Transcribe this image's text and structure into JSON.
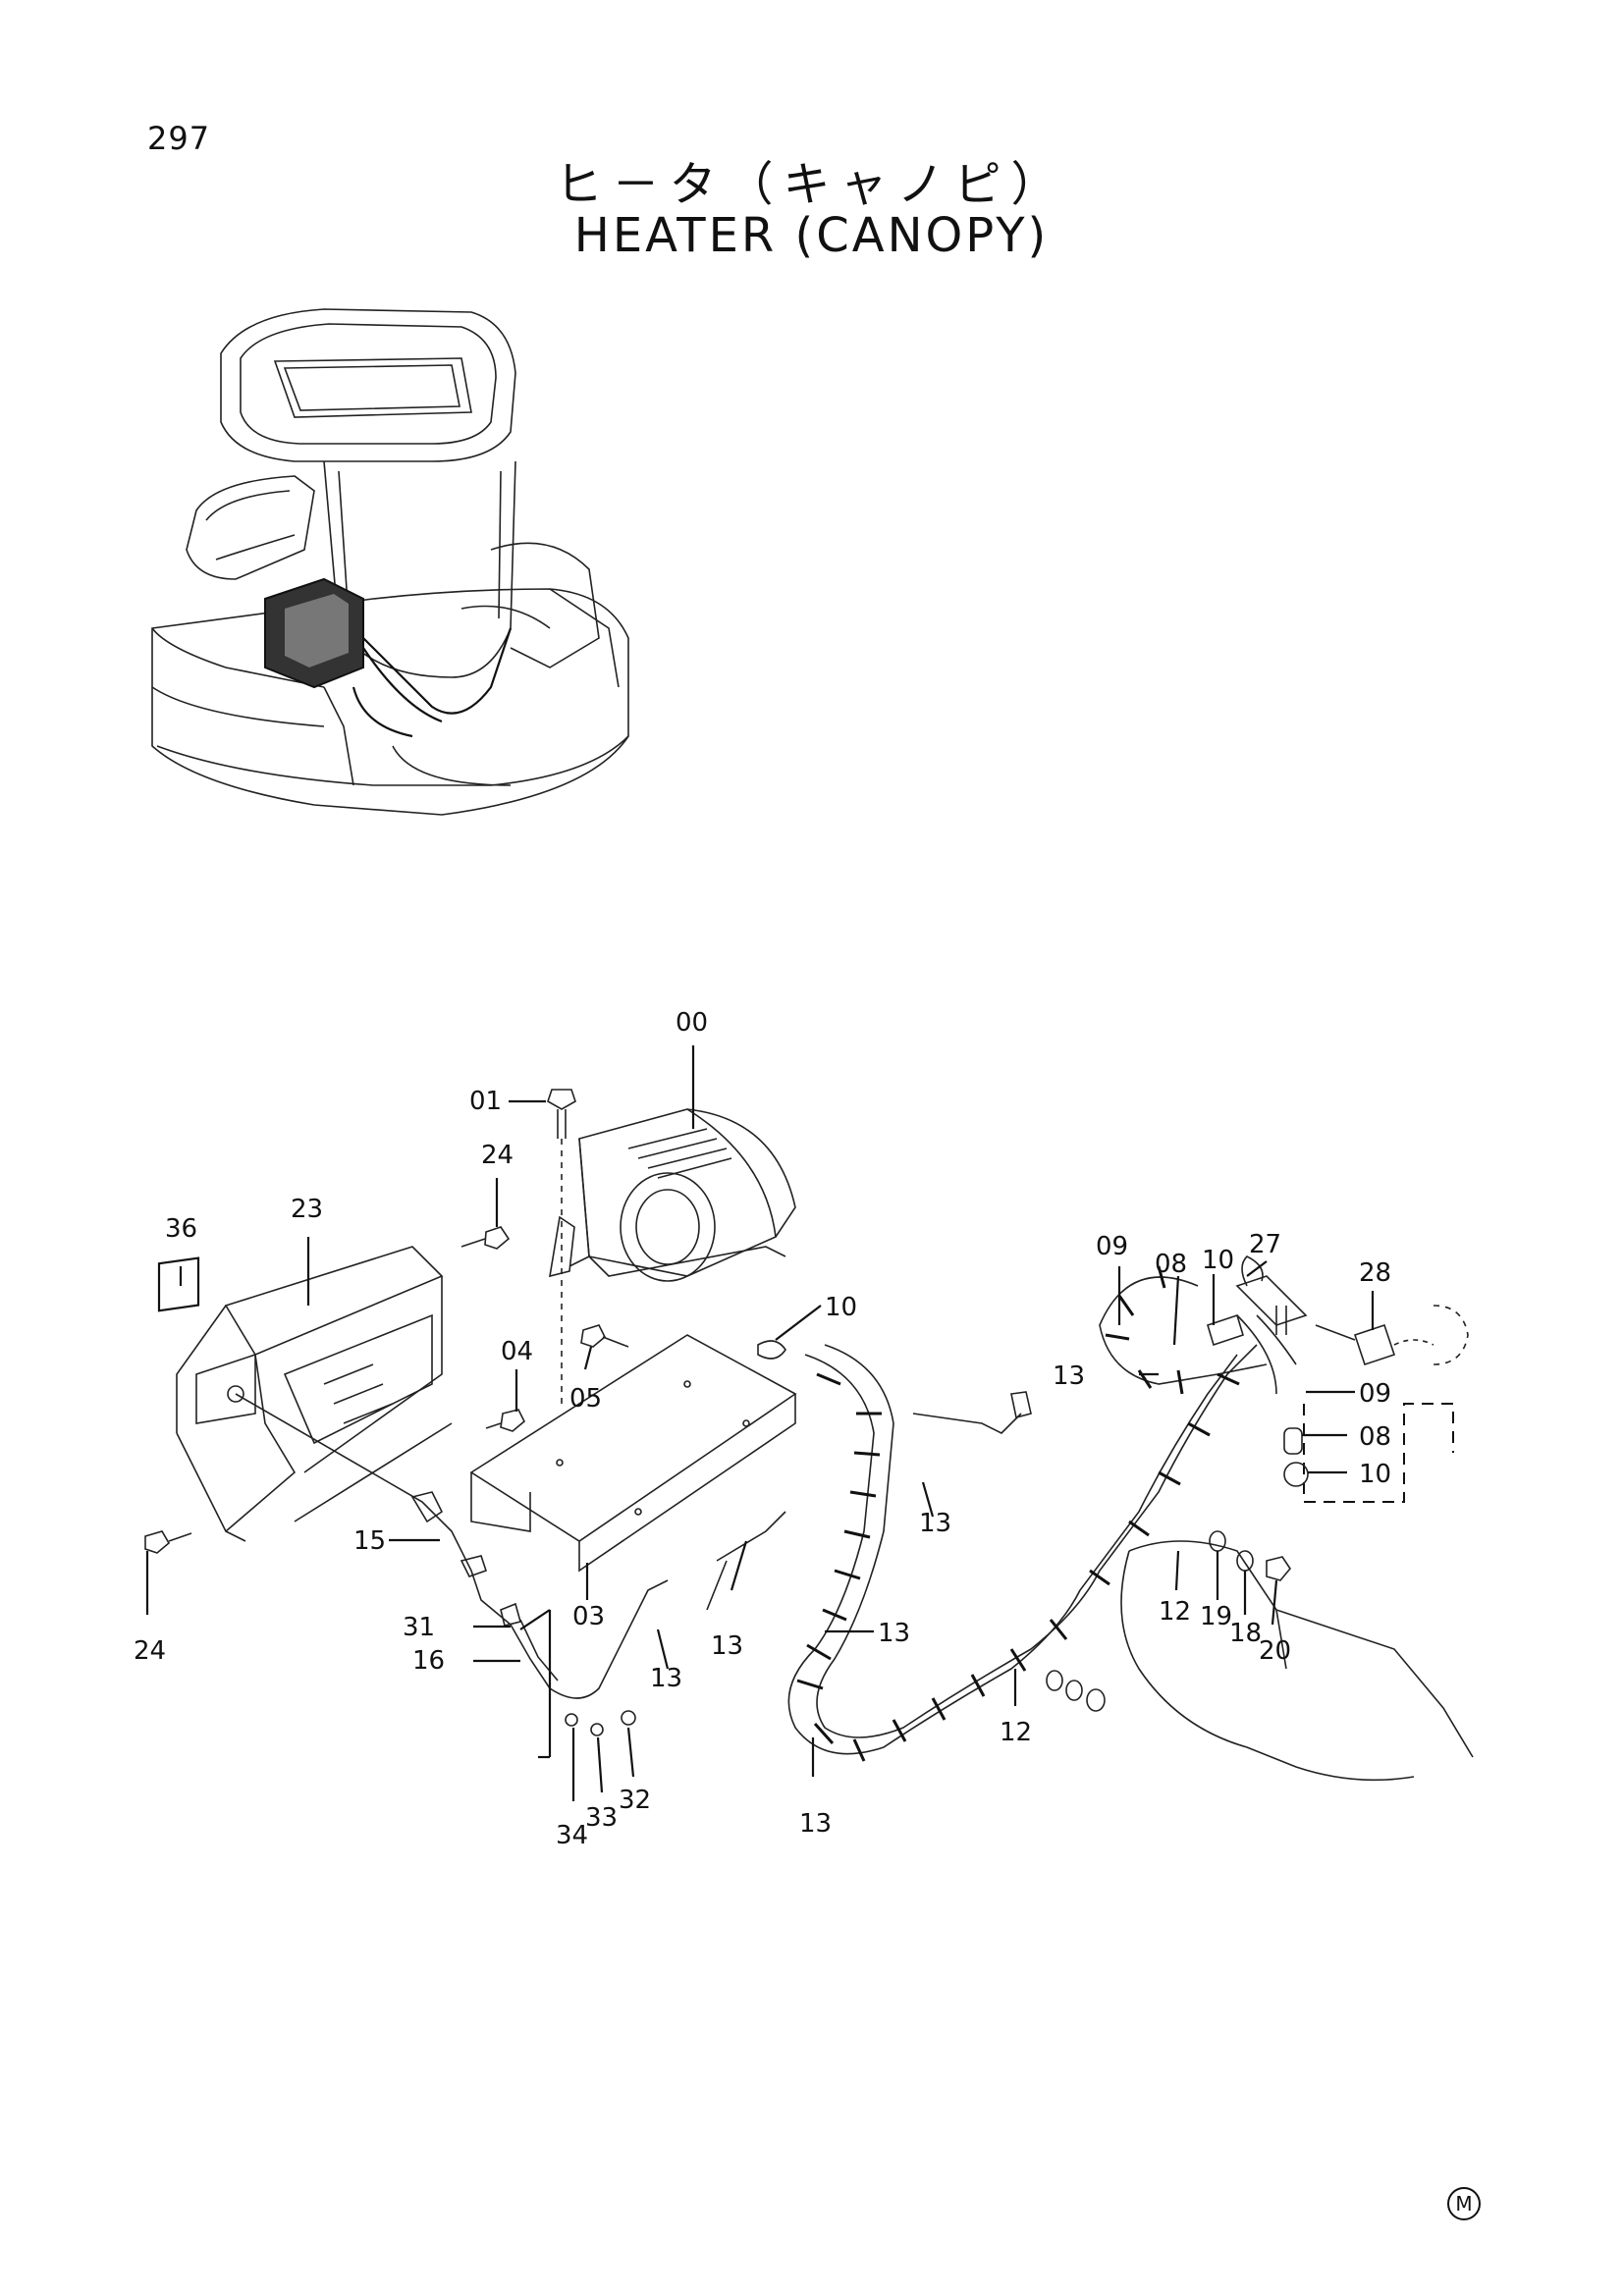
{
  "page_number": "297",
  "title_jp": "ヒ－タ（キャノピ）",
  "title_en": "HEATER (CANOPY)",
  "mark": "M",
  "labels": {
    "l00": "00",
    "l01": "01",
    "l24a": "24",
    "l36": "36",
    "l23": "23",
    "l04": "04",
    "l05": "05",
    "l10a": "10",
    "l03": "03",
    "l24b": "24",
    "l15": "15",
    "l31": "31",
    "l16": "16",
    "l13a": "13",
    "l13b": "13",
    "l13c": "13",
    "l13d": "13",
    "l13e": "13",
    "l13f": "13",
    "l34": "34",
    "l33": "33",
    "l32": "32",
    "l09a": "09",
    "l08a": "08",
    "l10b": "10",
    "l27": "27",
    "l28": "28",
    "l09b": "09",
    "l08b": "08",
    "l10c": "10",
    "l12a": "12",
    "l12b": "12",
    "l19": "19",
    "l18": "18",
    "l20": "20"
  }
}
